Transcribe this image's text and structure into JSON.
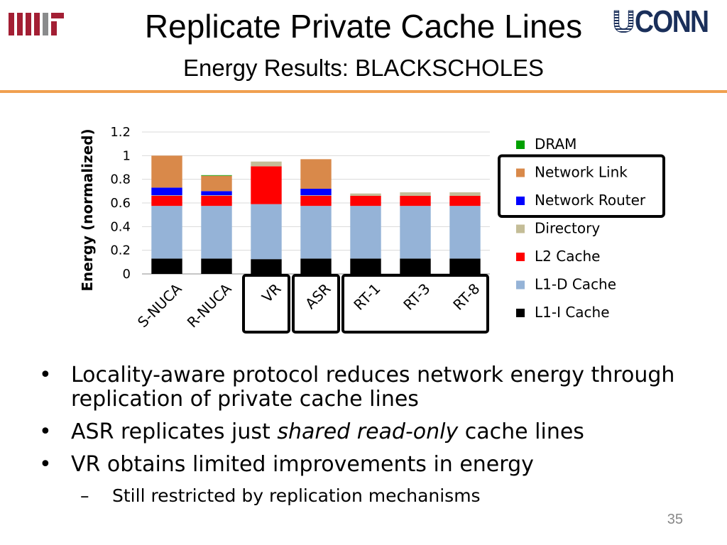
{
  "slide": {
    "title": "Replicate Private Cache Lines",
    "subtitle": "Energy Results: BLACKSCHOLES",
    "page_number": "35",
    "logos": {
      "left": "MIT",
      "right_u": "U",
      "right_conn": "CONN"
    },
    "accent_color": "#f0a050"
  },
  "bullets": [
    {
      "parts": [
        {
          "text": "Locality-aware protocol reduces network energy through replication of private cache lines",
          "italic": false
        }
      ]
    },
    {
      "parts": [
        {
          "text": "ASR replicates just ",
          "italic": false
        },
        {
          "text": "shared read-only",
          "italic": true
        },
        {
          "text": " cache lines",
          "italic": false
        }
      ]
    },
    {
      "parts": [
        {
          "text": "VR obtains limited improvements in energy",
          "italic": false
        }
      ]
    }
  ],
  "sub_bullets": [
    {
      "text": "Still restricted by replication mechanisms"
    }
  ],
  "bullet_marker": "•",
  "sub_bullet_marker": "–",
  "chart_data": {
    "type": "bar",
    "stacked": true,
    "title": "",
    "xlabel": "",
    "ylabel": "Energy (normalized)",
    "ylim": [
      0,
      1.2
    ],
    "yticks": [
      0,
      0.2,
      0.4,
      0.6,
      0.8,
      1,
      1.2
    ],
    "ytick_labels": [
      "0",
      "0.2",
      "0.4",
      "0.6",
      "0.8",
      "1",
      "1.2"
    ],
    "grid": true,
    "legend_position": "right",
    "categories": [
      "S-NUCA",
      "R-NUCA",
      "VR",
      "ASR",
      "RT-1",
      "RT-3",
      "RT-8"
    ],
    "series": [
      {
        "name": "L1-I Cache",
        "color": "#000000",
        "values": [
          0.13,
          0.13,
          0.125,
          0.13,
          0.13,
          0.13,
          0.13
        ]
      },
      {
        "name": "L1-D Cache",
        "color": "#95b3d7",
        "values": [
          0.445,
          0.445,
          0.465,
          0.445,
          0.445,
          0.445,
          0.445
        ]
      },
      {
        "name": "L2 Cache",
        "color": "#ff0000",
        "values": [
          0.085,
          0.085,
          0.32,
          0.085,
          0.085,
          0.085,
          0.085
        ]
      },
      {
        "name": "Directory",
        "color": "#c4bd97",
        "values": [
          0.005,
          0.005,
          0.04,
          0.005,
          0.02,
          0.03,
          0.03
        ]
      },
      {
        "name": "Network Router",
        "color": "#0000ff",
        "values": [
          0.065,
          0.035,
          0.0,
          0.055,
          0.0,
          0.0,
          0.0
        ]
      },
      {
        "name": "Network Link",
        "color": "#d9894a",
        "values": [
          0.27,
          0.13,
          0.0,
          0.25,
          0.0,
          0.0,
          0.0
        ]
      },
      {
        "name": "DRAM",
        "color": "#00a000",
        "values": [
          0.0,
          0.005,
          0.0,
          0.0,
          0.0,
          0.0,
          0.0
        ]
      }
    ],
    "legend_order": [
      "DRAM",
      "Network Link",
      "Network Router",
      "Directory",
      "L2 Cache",
      "L1-D Cache",
      "L1-I Cache"
    ],
    "highlight_groups": [
      {
        "categories": [
          "VR"
        ]
      },
      {
        "categories": [
          "ASR"
        ]
      },
      {
        "categories": [
          "RT-1",
          "RT-3",
          "RT-8"
        ]
      }
    ],
    "legend_highlight": [
      "Network Link",
      "Network Router"
    ]
  }
}
